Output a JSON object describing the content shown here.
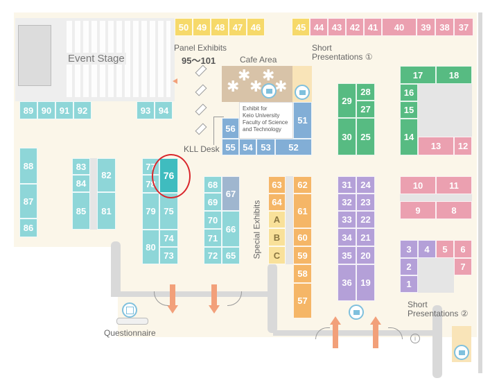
{
  "labels": {
    "event_stage": "Event Stage",
    "panel_title": "Panel Exhibits",
    "panel_range": "95～101",
    "cafe": "Cafe Area",
    "short1_line1": "Short",
    "short1_line2": "Presentations ①",
    "short2_line1": "Short",
    "short2_line2": "Presentations ②",
    "kll_desk": "KLL Desk",
    "keio_line1": "Exhibit for",
    "keio_line2": "Keio University",
    "keio_line3": "Faculty of Science",
    "keio_line4": "and Technology",
    "special": "Special Exhibits",
    "questionnaire": "Questionnaire"
  },
  "highlighted_booth": "76",
  "colors": {
    "highlight_ring": "#d9262c",
    "highlight_booth": "#3fbcbf",
    "arrow": "#f2a07a"
  },
  "booths": {
    "top_yellow": [
      "50",
      "49",
      "48",
      "47",
      "46",
      "45"
    ],
    "top_pink": [
      "44",
      "43",
      "42",
      "41",
      "40",
      "39",
      "38",
      "37"
    ],
    "cyan_row": [
      "89",
      "90",
      "91",
      "92",
      "93",
      "94"
    ],
    "keio_block": [
      "56",
      "51",
      "55",
      "54",
      "53",
      "52"
    ],
    "green_col": [
      "29",
      "28",
      "27",
      "30",
      "25"
    ],
    "right_top": [
      "17",
      "18",
      "16",
      "15",
      "14",
      "13",
      "12"
    ],
    "col_88": [
      "88",
      "87",
      "86"
    ],
    "col_83": [
      "83",
      "84",
      "85",
      "82",
      "81"
    ],
    "col_76": [
      "77",
      "76",
      "78",
      "79",
      "75",
      "80",
      "74",
      "73"
    ],
    "col_68": [
      "68",
      "67",
      "69",
      "70",
      "66",
      "71",
      "72",
      "65"
    ],
    "special_left": [
      "63",
      "64",
      "A",
      "B",
      "C"
    ],
    "orange_col": [
      "62",
      "61",
      "60",
      "59",
      "58",
      "57"
    ],
    "purple_col": [
      "31",
      "24",
      "32",
      "23",
      "33",
      "22",
      "34",
      "21",
      "35",
      "20",
      "36",
      "19"
    ],
    "right_mid": [
      "10",
      "11",
      "9",
      "8"
    ],
    "right_bottom": [
      "3",
      "4",
      "5",
      "6",
      "2",
      "7",
      "1"
    ]
  }
}
